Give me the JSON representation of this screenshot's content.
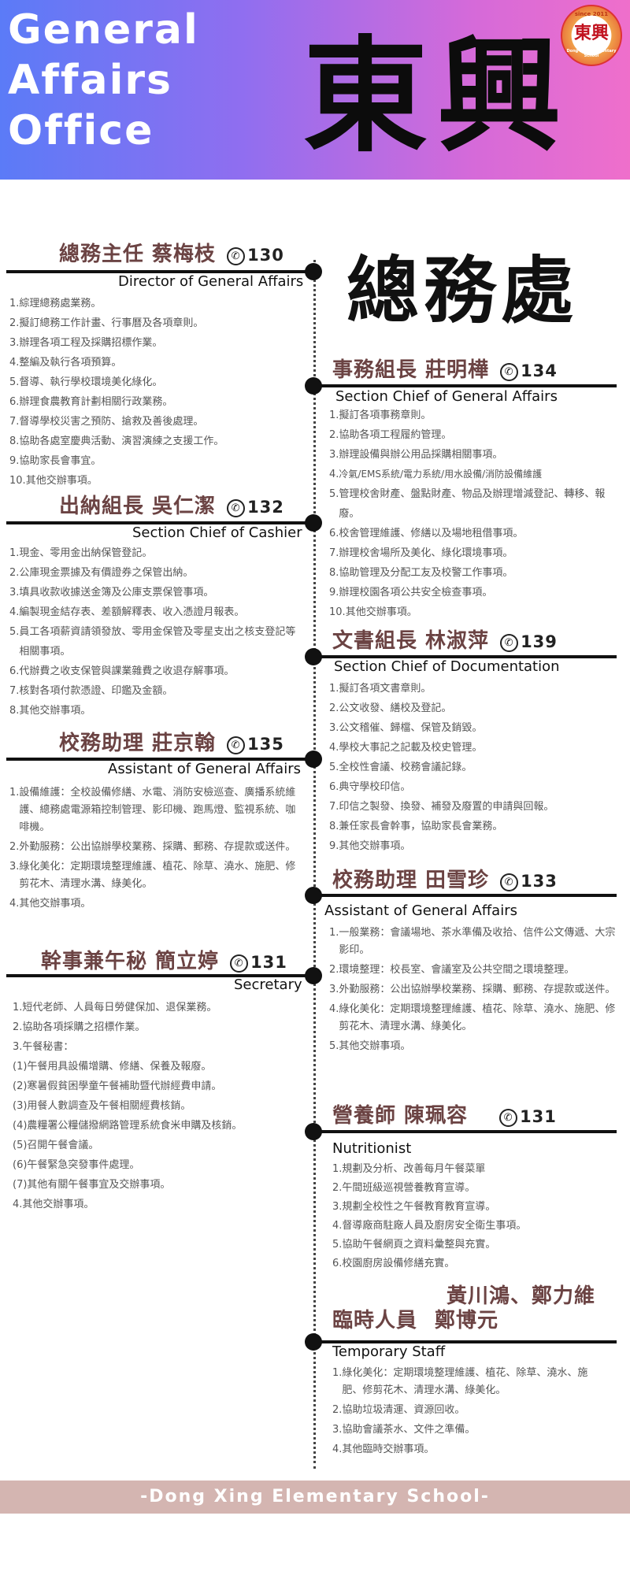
{
  "header": {
    "title_lines": [
      "General",
      "Affairs",
      "Office"
    ],
    "brush_title": "東興",
    "logo": {
      "since": "since 2011",
      "char": "東興",
      "name": "Dong-Xing Elementary School"
    }
  },
  "main_title": "總務處",
  "sections": {
    "director": {
      "title": "總務主任 蔡梅枝",
      "ext": "130",
      "english": "Director of General Affairs",
      "items": [
        {
          "n": "1.",
          "t": "綜理總務處業務。"
        },
        {
          "n": "2.",
          "t": "擬訂總務工作計畫、行事曆及各項章則。"
        },
        {
          "n": "3.",
          "t": "辦理各項工程及採購招標作業。"
        },
        {
          "n": "4.",
          "t": "整編及執行各項預算。"
        },
        {
          "n": "5.",
          "t": "督導、執行學校環境美化綠化。"
        },
        {
          "n": "6.",
          "t": "辦理食農教育計劃相關行政業務。"
        },
        {
          "n": "7.",
          "t": "督導學校災害之預防、搶救及善後處理。"
        },
        {
          "n": "8.",
          "t": "協助各處室慶典活動、演習演練之支援工作。"
        },
        {
          "n": "9.",
          "t": "協助家長會事宜。"
        },
        {
          "n": "10.",
          "t": "其他交辦事項。"
        }
      ]
    },
    "affairs": {
      "title": "事務組長 莊明樺",
      "ext": "134",
      "english": "Section Chief of General Affairs",
      "items": [
        {
          "n": "1.",
          "t": "擬訂各項事務章則。"
        },
        {
          "n": "2.",
          "t": "協助各項工程履約管理。"
        },
        {
          "n": "3.",
          "t": "辦理設備與辦公用品採購相關事項。"
        },
        {
          "n": "4.",
          "t": "冷氣/EMS系統/電力系統/用水設備/消防設備維護"
        },
        {
          "n": "5.",
          "t": "管理校舍財產、盤點財產、物品及辦理增減登記、轉移、報廢。"
        },
        {
          "n": "6.",
          "t": "校舍管理維護、修繕以及場地租借事項。"
        },
        {
          "n": "7.",
          "t": "辦理校舍場所及美化、綠化環境事項。"
        },
        {
          "n": "8.",
          "t": "協助管理及分配工友及校警工作事項。"
        },
        {
          "n": "9.",
          "t": "辦理校園各項公共安全檢查事項。"
        },
        {
          "n": "10.",
          "t": "其他交辦事項。"
        }
      ]
    },
    "cashier": {
      "title": "出納組長 吳仁潔",
      "ext": "132",
      "english": "Section Chief of Cashier",
      "items": [
        {
          "n": "1.",
          "t": "現金、零用金出納保管登記。"
        },
        {
          "n": "2.",
          "t": "公庫現金票據及有價證券之保管出納。"
        },
        {
          "n": "3.",
          "t": "填具收款收據送金簿及公庫支票保管事項。"
        },
        {
          "n": "4.",
          "t": "編製現金結存表、差額解釋表、收入憑證月報表。"
        },
        {
          "n": "5.",
          "t": "員工各項薪資請領發放、零用金保管及零星支出之核支登記等相關事項。"
        },
        {
          "n": "6.",
          "t": "代辦費之收支保管與課業雜費之收退存解事項。"
        },
        {
          "n": "7.",
          "t": "核對各項付款憑證、印鑑及金額。"
        },
        {
          "n": "8.",
          "t": "其他交辦事項。"
        }
      ]
    },
    "documentation": {
      "title": "文書組長 林淑萍",
      "ext": "139",
      "english": "Section Chief of Documentation",
      "items": [
        {
          "n": "1.",
          "t": "擬訂各項文書章則。"
        },
        {
          "n": "2.",
          "t": "公文收發、繕校及登記。"
        },
        {
          "n": "3.",
          "t": "公文稽催、歸檔、保管及銷毀。"
        },
        {
          "n": "4.",
          "t": "學校大事記之記載及校史管理。"
        },
        {
          "n": "5.",
          "t": "全校性會議、校務會議記錄。"
        },
        {
          "n": "6.",
          "t": "典守學校印信。"
        },
        {
          "n": "7.",
          "t": "印信之製發、換發、補發及廢置的申請與回報。"
        },
        {
          "n": "8.",
          "t": "兼任家長會幹事，協助家長會業務。"
        },
        {
          "n": "9.",
          "t": "其他交辦事項。"
        }
      ]
    },
    "assistant1": {
      "title": "校務助理 莊京翰",
      "ext": "135",
      "english": "Assistant  of General Affairs",
      "items": [
        {
          "n": "1.",
          "t": "設備維護：全校設備修繕、水電、消防安檢巡查、廣播系統維護、總務處電源箱控制管理、影印機、跑馬燈、監視系統、咖啡機。"
        },
        {
          "n": "2.",
          "t": "外勤服務：公出協辦學校業務、採購、郵務、存提款或送件。"
        },
        {
          "n": "3.",
          "t": "綠化美化：定期環境整理維護、植花、除草、澆水、施肥、修剪花木、清理水溝、綠美化。"
        },
        {
          "n": "4.",
          "t": "其他交辦事項。"
        }
      ]
    },
    "assistant2": {
      "title": "校務助理  田雪珍",
      "ext": "133",
      "english": "Assistant of General Affairs",
      "items": [
        {
          "n": "1.",
          "t": "一般業務：會議場地、茶水準備及收拾、信件公文傳遞、大宗影印。"
        },
        {
          "n": "2.",
          "t": "環境整理：校長室、會議室及公共空間之環境整理。"
        },
        {
          "n": "3.",
          "t": "外勤服務：公出協辦學校業務、採購、郵務、存提款或送件。"
        },
        {
          "n": "4.",
          "t": "綠化美化：定期環境整理維護、植花、除草、澆水、施肥、修剪花木、清理水溝、綠美化。"
        },
        {
          "n": "5.",
          "t": "其他交辦事項。"
        }
      ]
    },
    "secretary": {
      "title": "幹事兼午秘 簡立婷",
      "ext": "131",
      "english": "Secretary",
      "items": [
        {
          "n": "1.",
          "t": "短代老師、人員每日勞健保加、退保業務。"
        },
        {
          "n": "2.",
          "t": "協助各項採購之招標作業。"
        },
        {
          "n": "3.",
          "t": "午餐秘書："
        },
        {
          "n": "(1)",
          "t": "午餐用具設備增購、修繕、保養及報廢。"
        },
        {
          "n": "(2)",
          "t": "寒暑假貧困學童午餐補助暨代辦經費申請。"
        },
        {
          "n": "(3)",
          "t": "用餐人數調查及午餐相關經費核銷。"
        },
        {
          "n": "(4)",
          "t": "農糧署公糧儲撥網路管理系統食米申購及核銷。"
        },
        {
          "n": "(5)",
          "t": "召開午餐會議。"
        },
        {
          "n": "(6)",
          "t": "午餐緊急突發事件處理。"
        },
        {
          "n": "(7)",
          "t": "其他有關午餐事宜及交辦事項。"
        },
        {
          "n": "4.",
          "t": "其他交辦事項。"
        }
      ]
    },
    "nutritionist": {
      "title": "營養師  陳珮容",
      "ext": "131",
      "english": "Nutritionist",
      "items": [
        {
          "n": "1.",
          "t": "規劃及分析、改善每月午餐菜單"
        },
        {
          "n": "2.",
          "t": "午間班級巡視營養教育宣導。"
        },
        {
          "n": "3.",
          "t": "規劃全校性之午餐教育教育宣導。"
        },
        {
          "n": "4.",
          "t": "督導廠商駐廠人員及廚房安全衛生事項。"
        },
        {
          "n": "5.",
          "t": "協助午餐網頁之資料彙整與充實。"
        },
        {
          "n": "6.",
          "t": "校園廚房設備修繕充實。"
        }
      ]
    },
    "temporary": {
      "title": "臨時人員",
      "names_line1": "黃川鴻、鄭力維",
      "names_line2": "鄭博元",
      "english": "Temporary Staff",
      "items": [
        {
          "n": "1.",
          "t": "綠化美化：定期環境整理維護、植花、除草、澆水、施肥、修剪花木、清理水溝、綠美化。"
        },
        {
          "n": "2.",
          "t": "協助垃圾清運、資源回收。"
        },
        {
          "n": "3.",
          "t": "協助會議茶水、文件之準備。"
        },
        {
          "n": "4.",
          "t": "其他臨時交辦事項。"
        }
      ]
    }
  },
  "footer": "-Dong Xing Elementary School-"
}
